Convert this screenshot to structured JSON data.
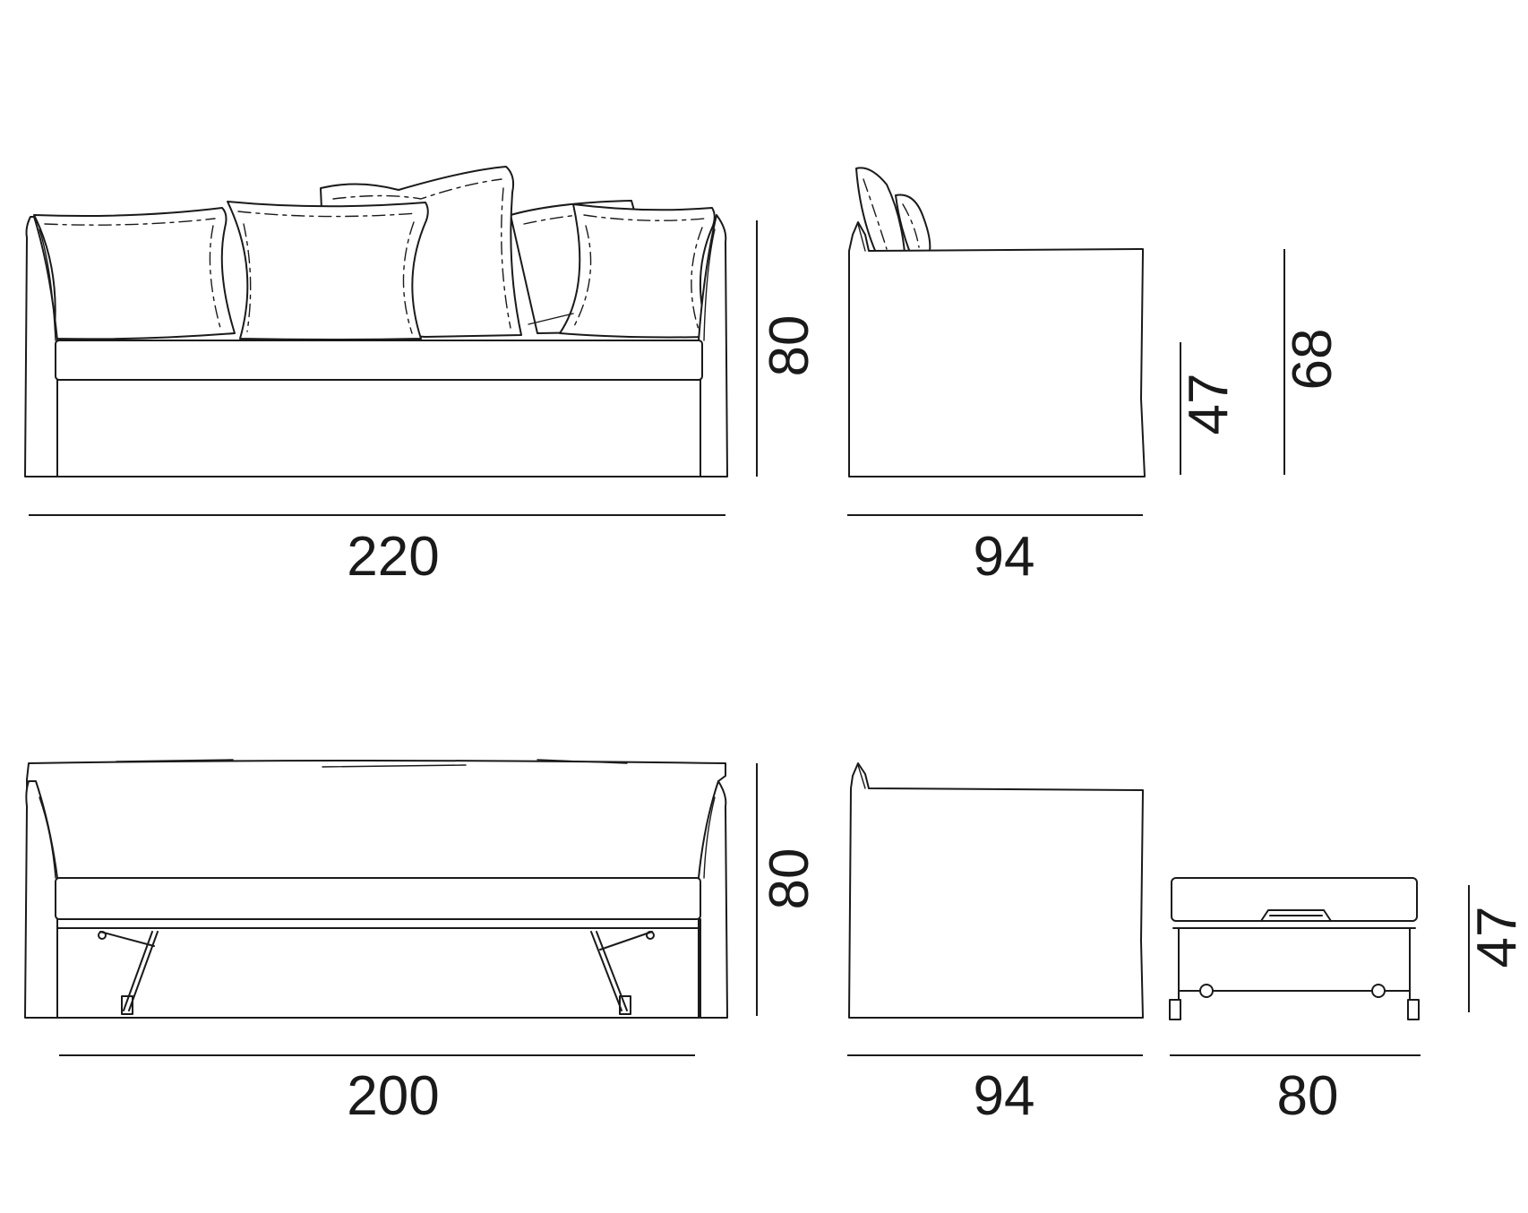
{
  "views": {
    "front_top": {
      "width_label": "220",
      "height_label": "80"
    },
    "side_top": {
      "depth_label": "94",
      "seat_height_label": "47",
      "arm_height_label": "68"
    },
    "front_bed": {
      "width_label": "200",
      "height_label": "80"
    },
    "side_bed": {
      "depth_label": "94"
    },
    "mattress": {
      "depth_label": "80",
      "height_label": "47"
    }
  },
  "colors": {
    "line": "#1a1a1a",
    "background": "#ffffff"
  }
}
